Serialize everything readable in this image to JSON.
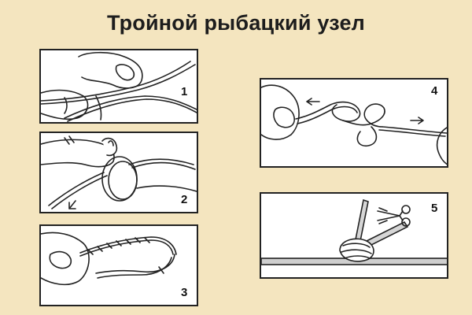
{
  "title": "Тройной рыбацкий узел",
  "colors": {
    "background": "#f4e5bf",
    "panel": "#ffffff",
    "ink": "#222222"
  },
  "steps": [
    {
      "number": "1"
    },
    {
      "number": "2"
    },
    {
      "number": "3"
    },
    {
      "number": "4"
    },
    {
      "number": "5"
    }
  ]
}
